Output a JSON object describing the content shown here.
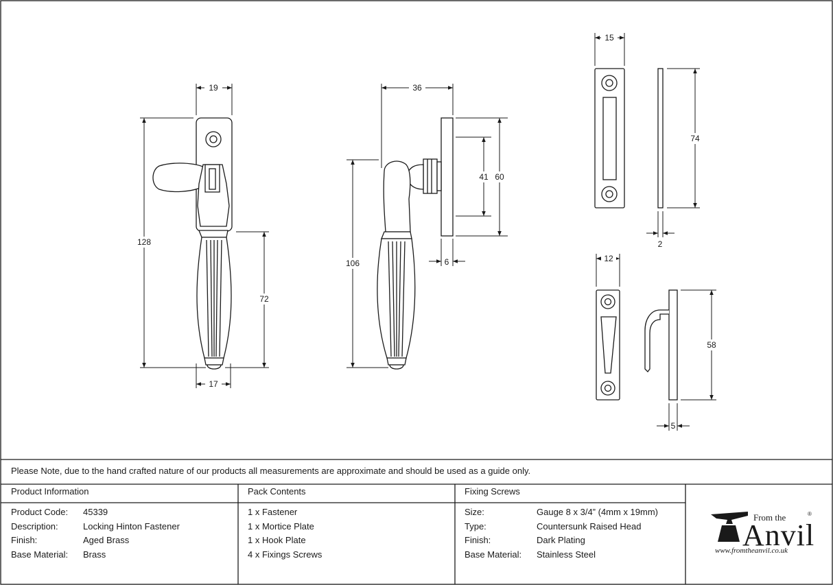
{
  "dimensions": {
    "fastener_front": {
      "plate_width": "19",
      "height": "128",
      "handle_length": "72",
      "tip_width": "17"
    },
    "fastener_side": {
      "depth": "36",
      "handle_height": "106",
      "plate_height": "60",
      "plate_span": "41",
      "plate_thickness": "6"
    },
    "mortice_plate": {
      "width": "15",
      "height": "74",
      "thickness": "2"
    },
    "hook_plate": {
      "width": "12",
      "height": "58",
      "thickness": "5"
    }
  },
  "note": "Please Note, due to the hand crafted nature of our products all measurements are approximate and should be used as a guide only.",
  "product_info": {
    "title": "Product Information",
    "labels": [
      "Product Code:",
      "Description:",
      "Finish:",
      "Base Material:"
    ],
    "values": [
      "45339",
      "Locking Hinton Fastener",
      "Aged Brass",
      "Brass"
    ]
  },
  "pack_contents": {
    "title": "Pack Contents",
    "items": [
      "1 x Fastener",
      "1 x Mortice Plate",
      "1 x Hook Plate",
      "4 x Fixings Screws"
    ]
  },
  "fixing_screws": {
    "title": "Fixing Screws",
    "labels": [
      "Size:",
      "Type:",
      "Finish:",
      "Base Material:"
    ],
    "values": [
      "Gauge 8 x 3/4” (4mm x 19mm)",
      "Countersunk Raised Head",
      "Dark Plating",
      "Stainless Steel"
    ]
  },
  "logo": {
    "prefix": "From the",
    "word": "Anvil",
    "reg": "®",
    "url": "www.fromtheanvil.co.uk"
  }
}
